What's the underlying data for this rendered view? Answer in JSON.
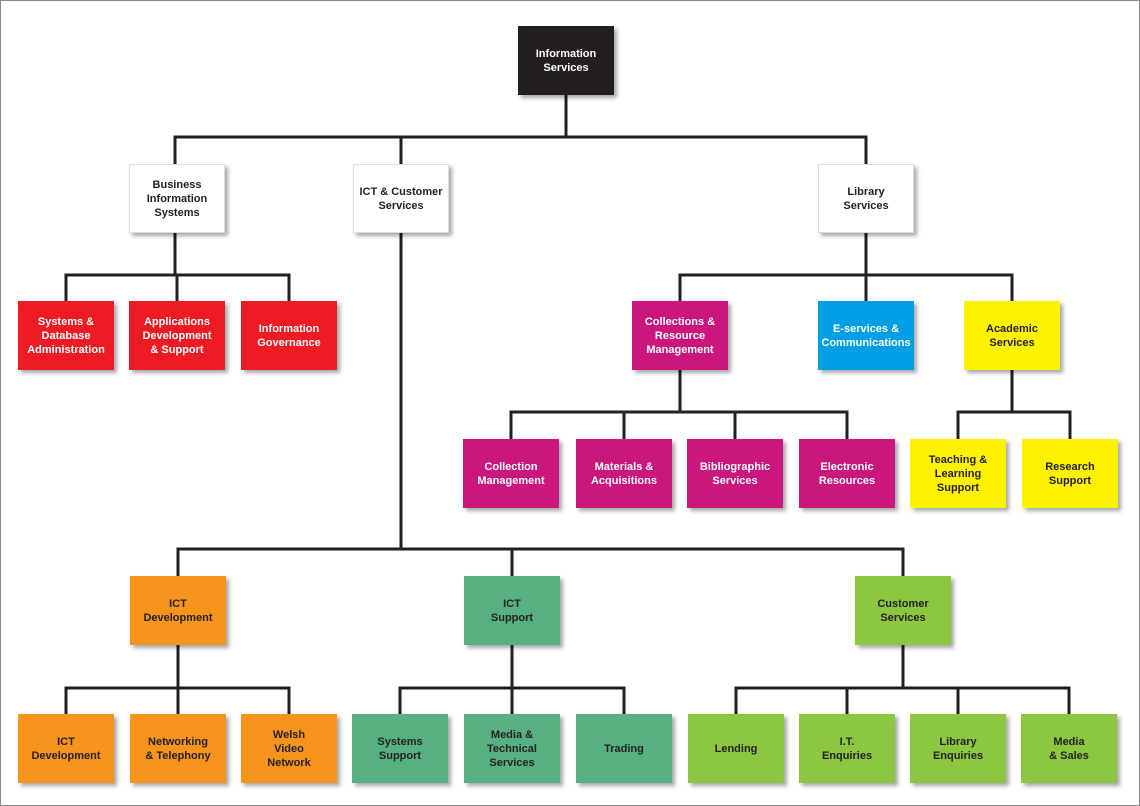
{
  "chart": {
    "root": "Information\nServices",
    "level1": {
      "bis": "Business\nInformation\nSystems",
      "ict_cs": "ICT & Customer\nServices",
      "library": "Library\nServices"
    },
    "bis_children": {
      "sysdb": "Systems &\nDatabase\nAdministration",
      "appdev": "Applications\nDevelopment\n& Support",
      "infogov": "Information\nGovernance"
    },
    "library_children": {
      "collections": "Collections &\nResource\nManagement",
      "eservices": "E-services &\nCommunications",
      "academic": "Academic\nServices"
    },
    "collections_children": {
      "collmgmt": "Collection\nManagement",
      "materials": "Materials &\nAcquisitions",
      "biblio": "Bibliographic\nServices",
      "electronic": "Electronic\nResources"
    },
    "academic_children": {
      "teaching": "Teaching &\nLearning\nSupport",
      "research": "Research\nSupport"
    },
    "ict_children": {
      "ictdev": "ICT\nDevelopment",
      "ictsupport": "ICT\nSupport",
      "customer": "Customer\nServices"
    },
    "ictdev_children": {
      "ictdev2": "ICT\nDevelopment",
      "networking": "Networking\n& Telephony",
      "welsh": "Welsh\nVideo\nNetwork"
    },
    "ictsupport_children": {
      "syssupport": "Systems\nSupport",
      "media": "Media &\nTechnical\nServices",
      "trading": "Trading"
    },
    "customer_children": {
      "lending": "Lending",
      "it_enq": "I.T.\nEnquiries",
      "lib_enq": "Library\nEnquiries",
      "media_sales": "Media\n& Sales"
    }
  }
}
